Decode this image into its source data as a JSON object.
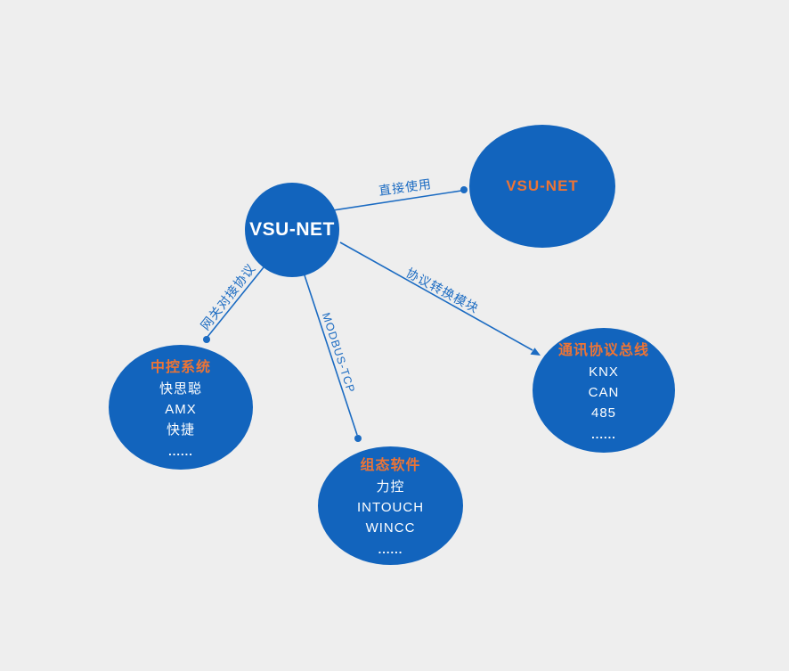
{
  "colors": {
    "background": "#eeeeee",
    "node_blue": "#1264bd",
    "edge_blue": "#1b6bc2",
    "accent_orange": "#ed7435",
    "node_text_white": "#ffffff"
  },
  "central": {
    "label": "VSU-NET"
  },
  "nodes": [
    {
      "id": "vsu-net-cloud",
      "title": "VSU-NET",
      "items": []
    },
    {
      "id": "central-control-system",
      "title": "中控系统",
      "items": [
        "快思聪",
        "AMX",
        "快捷",
        "......"
      ]
    },
    {
      "id": "scada-software",
      "title": "组态软件",
      "items": [
        "力控",
        "INTOUCH",
        "WINCC",
        "......"
      ]
    },
    {
      "id": "protocol-bus",
      "title": "通讯协议总线",
      "items": [
        "KNX",
        "CAN",
        "485",
        "......"
      ]
    }
  ],
  "edges": [
    {
      "label": "直接使用",
      "from": "VSU-NET",
      "to": "VSU-NET"
    },
    {
      "label": "网关对接协议",
      "from": "VSU-NET",
      "to": "中控系统"
    },
    {
      "label": "MODBUS-TCP",
      "from": "VSU-NET",
      "to": "组态软件"
    },
    {
      "label": "协议转换模块",
      "from": "VSU-NET",
      "to": "通讯协议总线"
    }
  ]
}
